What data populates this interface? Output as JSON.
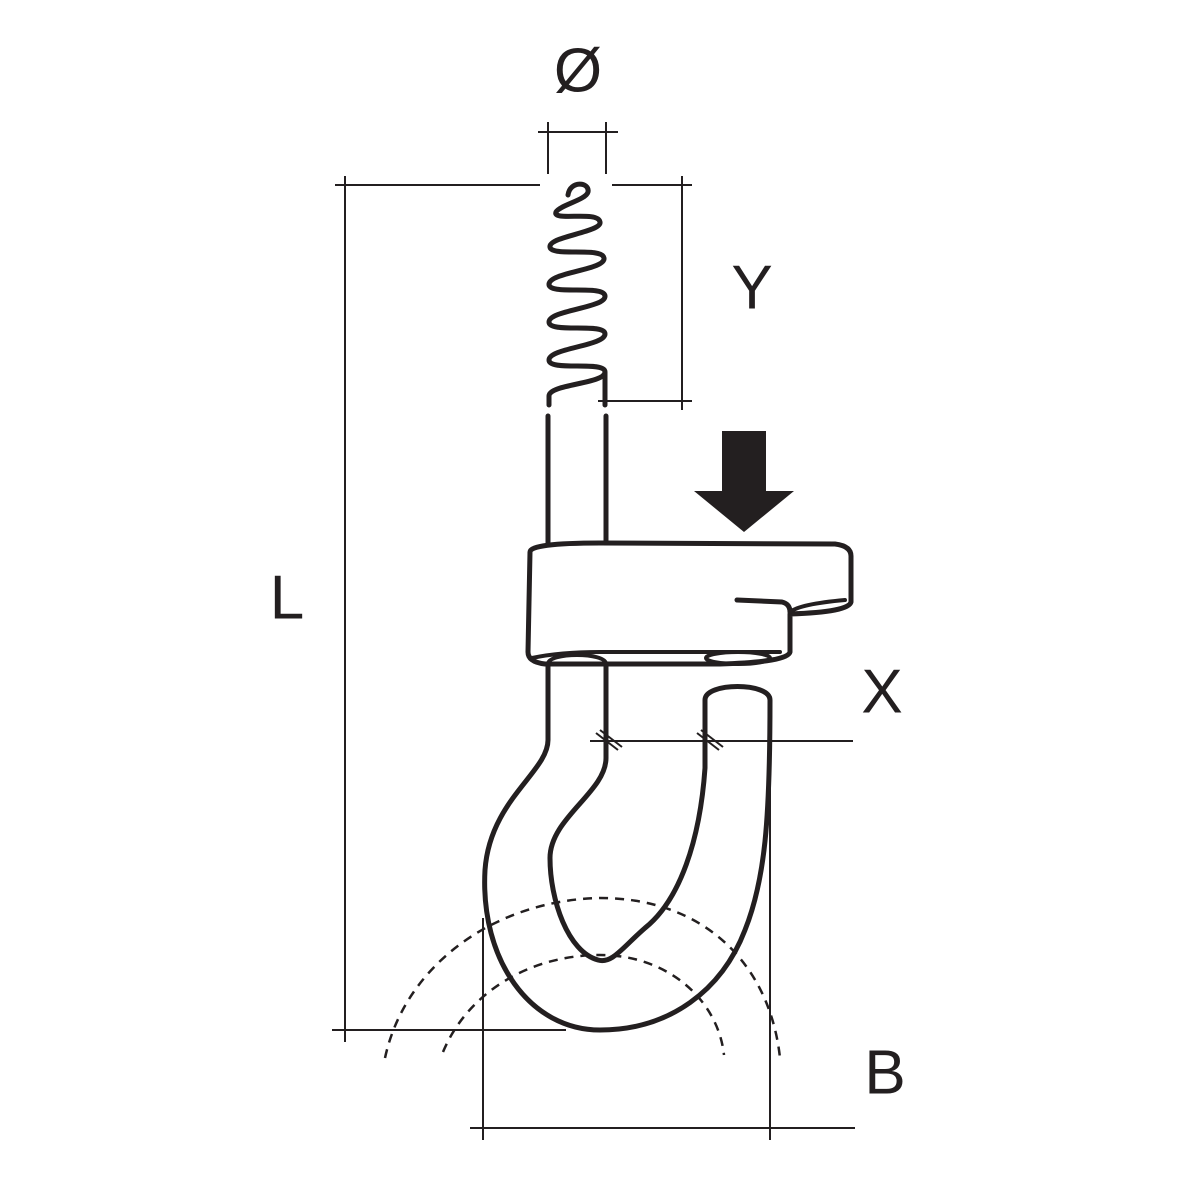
{
  "diagram": {
    "labels": {
      "diameter": "Ø",
      "thread_length": "Y",
      "total_length": "L",
      "opening": "X",
      "width": "B"
    },
    "colors": {
      "stroke": "#231f20",
      "background": "#ffffff"
    }
  }
}
